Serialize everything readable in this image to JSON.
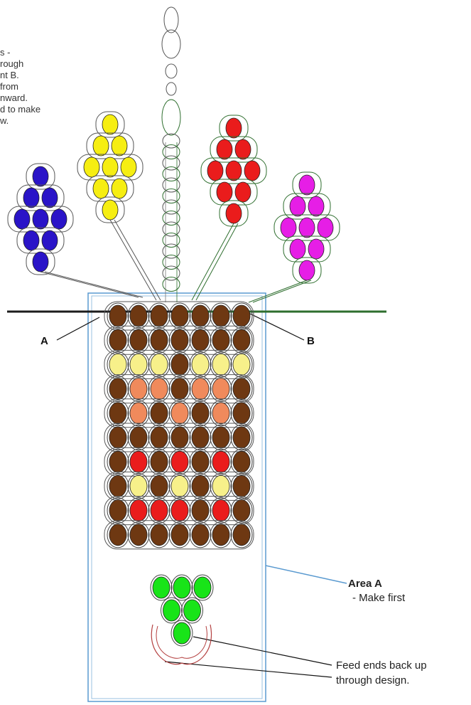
{
  "colors": {
    "brown": "#6e3812",
    "pale_yellow": "#f7f08a",
    "salmon": "#f08a5c",
    "red": "#ea1c1c",
    "yellow": "#f6ee12",
    "blue": "#2a14c8",
    "magenta": "#e61ee6",
    "green": "#18e418",
    "thread_dark": "#1c1c1c",
    "thread_green": "#2e6e2e",
    "thread_blue": "#5a9ad0",
    "thread_red": "#b44040"
  },
  "labels": {
    "note": "s -\nrough\nnt B.\nfrom\nnward.\nd to make\nw.",
    "point_a": "A",
    "point_b": "B",
    "area_title": "Area A",
    "area_sub": "- Make first",
    "feed_note": "Feed ends back up\nthrough design."
  },
  "body_rows": [
    [
      "brown",
      "brown",
      "brown",
      "brown",
      "brown",
      "brown",
      "brown"
    ],
    [
      "brown",
      "brown",
      "brown",
      "brown",
      "brown",
      "brown",
      "brown"
    ],
    [
      "pale_yellow",
      "pale_yellow",
      "pale_yellow",
      "brown",
      "pale_yellow",
      "pale_yellow",
      "pale_yellow"
    ],
    [
      "brown",
      "salmon",
      "salmon",
      "brown",
      "salmon",
      "salmon",
      "brown"
    ],
    [
      "brown",
      "salmon",
      "brown",
      "salmon",
      "brown",
      "salmon",
      "brown"
    ],
    [
      "brown",
      "brown",
      "brown",
      "brown",
      "brown",
      "brown",
      "brown"
    ],
    [
      "brown",
      "red",
      "brown",
      "red",
      "brown",
      "red",
      "brown"
    ],
    [
      "brown",
      "pale_yellow",
      "brown",
      "pale_yellow",
      "brown",
      "pale_yellow",
      "brown"
    ],
    [
      "brown",
      "red",
      "red",
      "red",
      "brown",
      "red",
      "brown"
    ],
    [
      "brown",
      "brown",
      "brown",
      "brown",
      "brown",
      "brown",
      "brown"
    ]
  ],
  "tail_rows": [
    [
      "green",
      "green",
      "green"
    ],
    [
      "green",
      "green"
    ],
    [
      "green"
    ]
  ],
  "fringes": [
    {
      "name": "blue",
      "rows": [
        1,
        2,
        3,
        2,
        1
      ]
    },
    {
      "name": "yellow",
      "rows": [
        1,
        2,
        3,
        2,
        1
      ]
    },
    {
      "name": "red",
      "rows": [
        1,
        2,
        3,
        2,
        1
      ]
    },
    {
      "name": "magenta",
      "rows": [
        1,
        2,
        3,
        2,
        1
      ]
    }
  ],
  "center_column": {
    "beads": 14
  }
}
